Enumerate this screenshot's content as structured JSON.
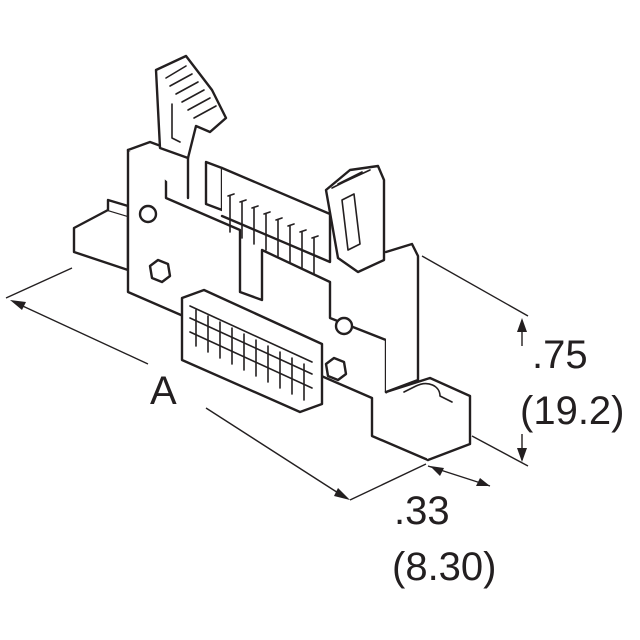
{
  "dimensions": {
    "length_label": "A",
    "height_inch": ".75",
    "height_mm": "(19.2)",
    "depth_inch": ".33",
    "depth_mm": "(8.30)"
  }
}
